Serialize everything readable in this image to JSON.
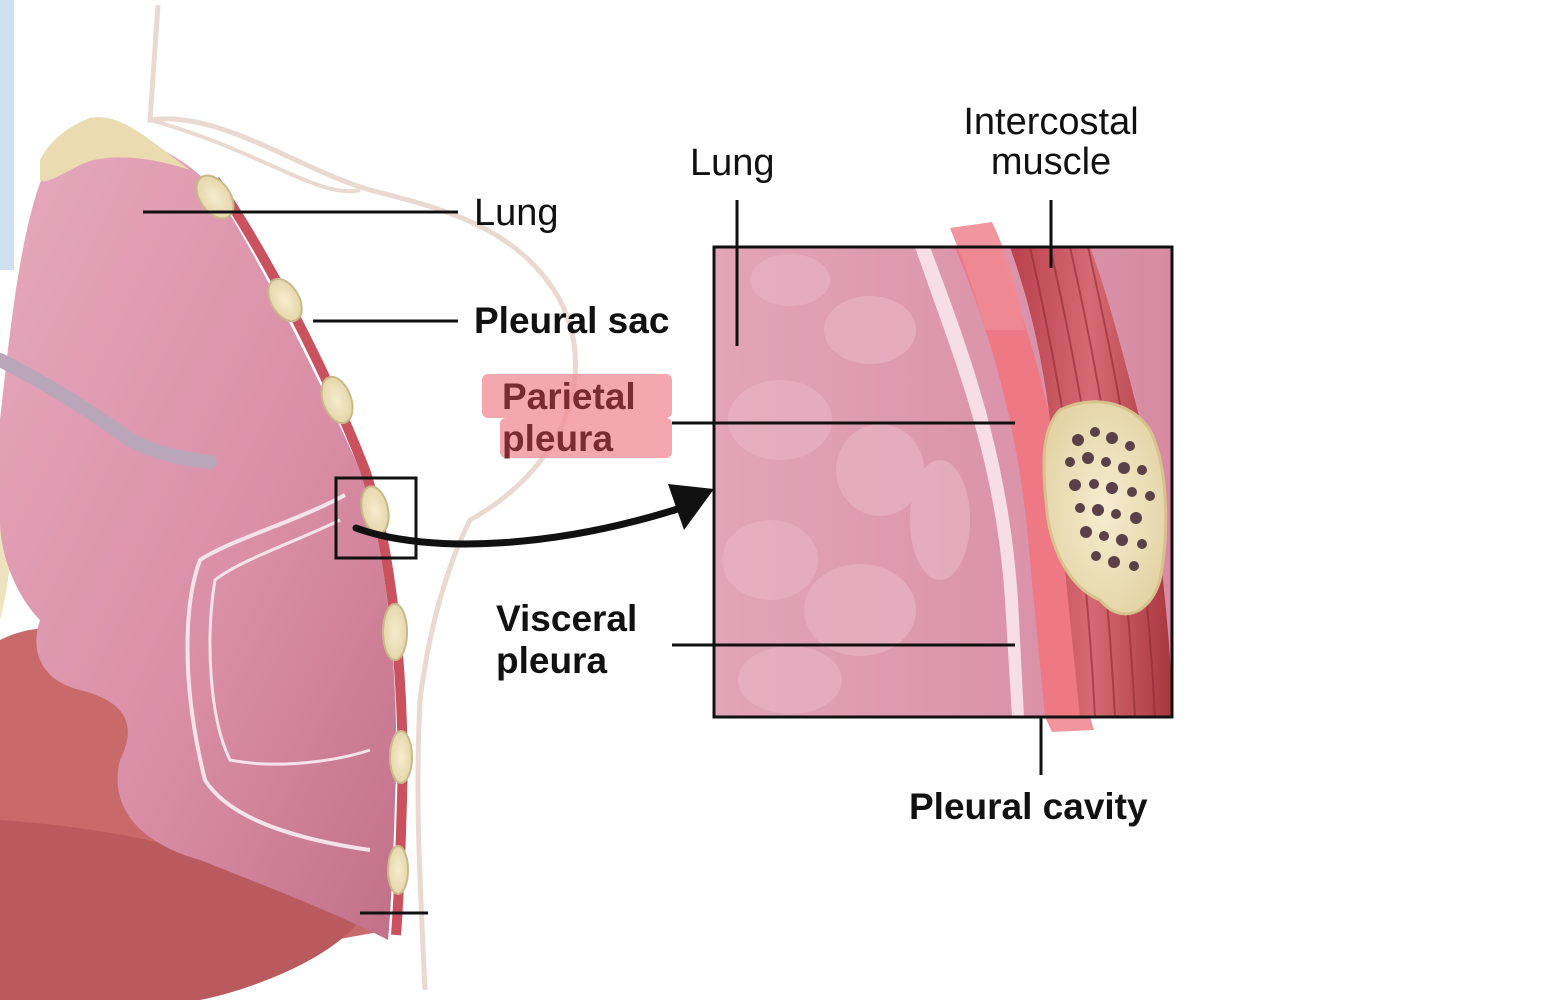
{
  "labels": {
    "lung_left": "Lung",
    "pleural_sac": "Pleural sac",
    "parietal_pleura": "Parietal\npleura",
    "visceral_pleura": "Visceral\npleura",
    "lung_inset": "Lung",
    "intercostal_muscle": "Intercostal\nmuscle",
    "pleural_cavity": "Pleural cavity"
  },
  "colors": {
    "lung_pink": "#d98ea6",
    "lung_pink_dark": "#c4728c",
    "muscle_red": "#c9525e",
    "rib_bone": "#efe3bf",
    "parietal_highlight": "#f08a94",
    "parietal_text": "#7a2a32",
    "line_color": "#111111"
  }
}
